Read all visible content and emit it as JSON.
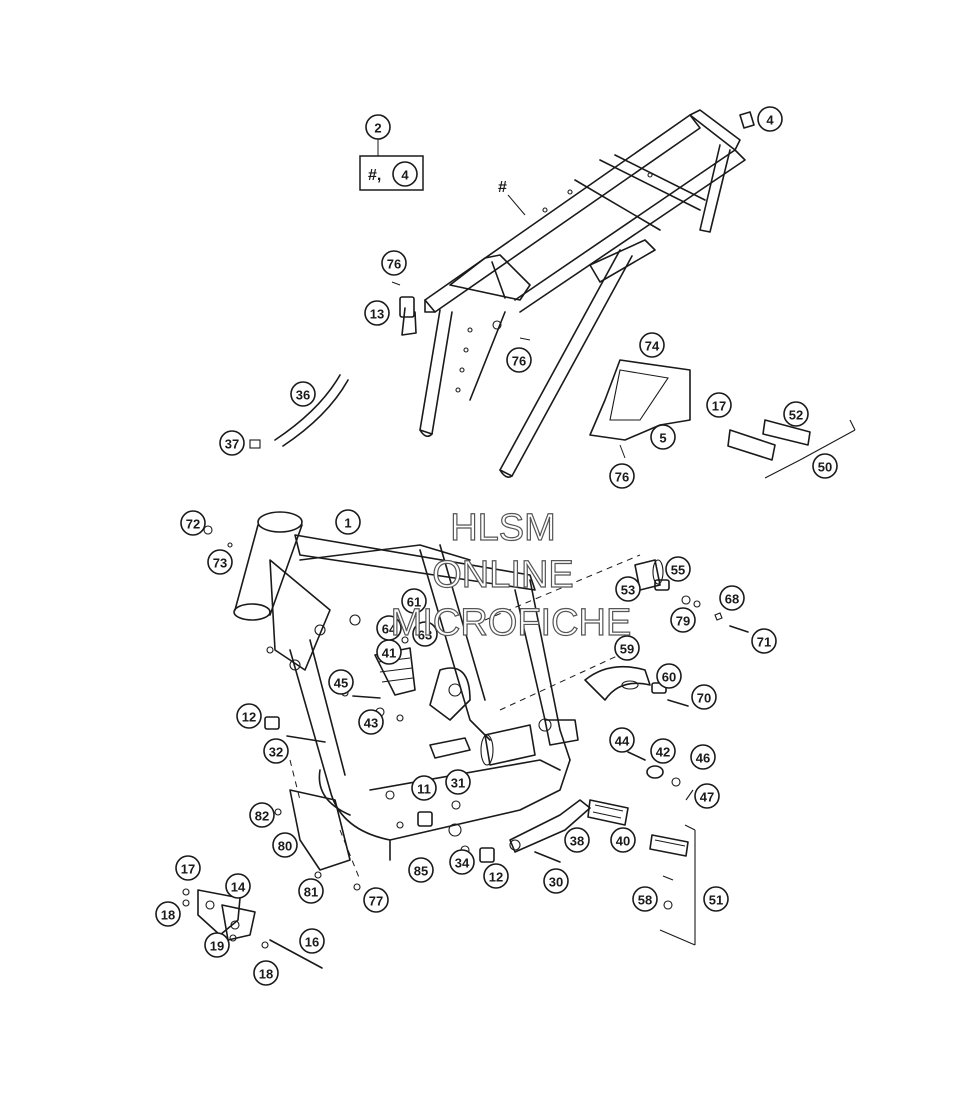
{
  "watermark": {
    "line1": "HLSM",
    "line2": "ONLINE",
    "line3": "MICROFICHE"
  },
  "assembly_box": {
    "ref": "2",
    "contents_hash": "#,",
    "contents_ref": "4"
  },
  "subframe_mark": "#",
  "callouts": [
    {
      "id": "c1",
      "label": "1"
    },
    {
      "id": "c4",
      "label": "4"
    },
    {
      "id": "c5",
      "label": "5"
    },
    {
      "id": "c11",
      "label": "11"
    },
    {
      "id": "c12a",
      "label": "12"
    },
    {
      "id": "c12b",
      "label": "12"
    },
    {
      "id": "c13",
      "label": "13"
    },
    {
      "id": "c14",
      "label": "14"
    },
    {
      "id": "c16",
      "label": "16"
    },
    {
      "id": "c17a",
      "label": "17"
    },
    {
      "id": "c17b",
      "label": "17"
    },
    {
      "id": "c18a",
      "label": "18"
    },
    {
      "id": "c18b",
      "label": "18"
    },
    {
      "id": "c19",
      "label": "19"
    },
    {
      "id": "c30",
      "label": "30"
    },
    {
      "id": "c31",
      "label": "31"
    },
    {
      "id": "c32",
      "label": "32"
    },
    {
      "id": "c34",
      "label": "34"
    },
    {
      "id": "c36",
      "label": "36"
    },
    {
      "id": "c37",
      "label": "37"
    },
    {
      "id": "c38",
      "label": "38"
    },
    {
      "id": "c40",
      "label": "40"
    },
    {
      "id": "c41",
      "label": "41"
    },
    {
      "id": "c42",
      "label": "42"
    },
    {
      "id": "c43",
      "label": "43"
    },
    {
      "id": "c44",
      "label": "44"
    },
    {
      "id": "c45",
      "label": "45"
    },
    {
      "id": "c46",
      "label": "46"
    },
    {
      "id": "c47",
      "label": "47"
    },
    {
      "id": "c50",
      "label": "50"
    },
    {
      "id": "c51",
      "label": "51"
    },
    {
      "id": "c52",
      "label": "52"
    },
    {
      "id": "c53",
      "label": "53"
    },
    {
      "id": "c55",
      "label": "55"
    },
    {
      "id": "c58",
      "label": "58"
    },
    {
      "id": "c59",
      "label": "59"
    },
    {
      "id": "c60",
      "label": "60"
    },
    {
      "id": "c61",
      "label": "61"
    },
    {
      "id": "c63",
      "label": "63"
    },
    {
      "id": "c64",
      "label": "64"
    },
    {
      "id": "c68",
      "label": "68"
    },
    {
      "id": "c70",
      "label": "70"
    },
    {
      "id": "c71",
      "label": "71"
    },
    {
      "id": "c72",
      "label": "72"
    },
    {
      "id": "c73",
      "label": "73"
    },
    {
      "id": "c74",
      "label": "74"
    },
    {
      "id": "c76a",
      "label": "76"
    },
    {
      "id": "c76b",
      "label": "76"
    },
    {
      "id": "c76c",
      "label": "76"
    },
    {
      "id": "c77",
      "label": "77"
    },
    {
      "id": "c79",
      "label": "79"
    },
    {
      "id": "c80",
      "label": "80"
    },
    {
      "id": "c81",
      "label": "81"
    },
    {
      "id": "c82",
      "label": "82"
    },
    {
      "id": "c85",
      "label": "85"
    }
  ]
}
